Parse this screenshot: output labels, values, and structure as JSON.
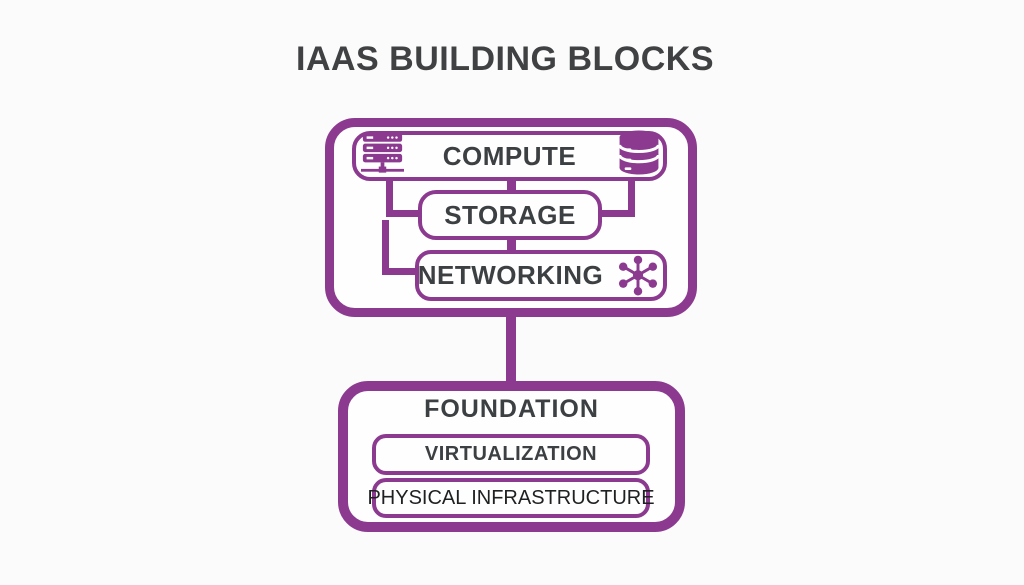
{
  "title": "IAAS BUILDING BLOCKS",
  "colors": {
    "purple": "#8c3a90",
    "title_text": "#3f4142",
    "label_text": "#3d4043",
    "physical_text": "#1f2022",
    "page_bg": "#fbfbfc",
    "box_bg": "#fefefe"
  },
  "blocks": {
    "compute": {
      "label": "COMPUTE",
      "left_icon": "server-icon",
      "right_icon": "database-icon"
    },
    "storage": {
      "label": "STORAGE"
    },
    "networking": {
      "label": "NETWORKING",
      "right_icon": "network-hub-icon"
    },
    "foundation": {
      "label": "FOUNDATION",
      "children": [
        {
          "label": "VIRTUALIZATION"
        },
        {
          "label": "PHYSICAL INFRASTRUCTURE"
        }
      ]
    }
  },
  "connections": [
    {
      "from": "compute",
      "to": "storage"
    },
    {
      "from": "compute",
      "to": "storage",
      "via": "left-elbow"
    },
    {
      "from": "compute",
      "to": "storage",
      "via": "right-elbow"
    },
    {
      "from": "storage",
      "to": "networking"
    },
    {
      "from": "compute",
      "to": "networking",
      "via": "left-elbow"
    },
    {
      "from": "infrastructure-group",
      "to": "foundation"
    }
  ]
}
